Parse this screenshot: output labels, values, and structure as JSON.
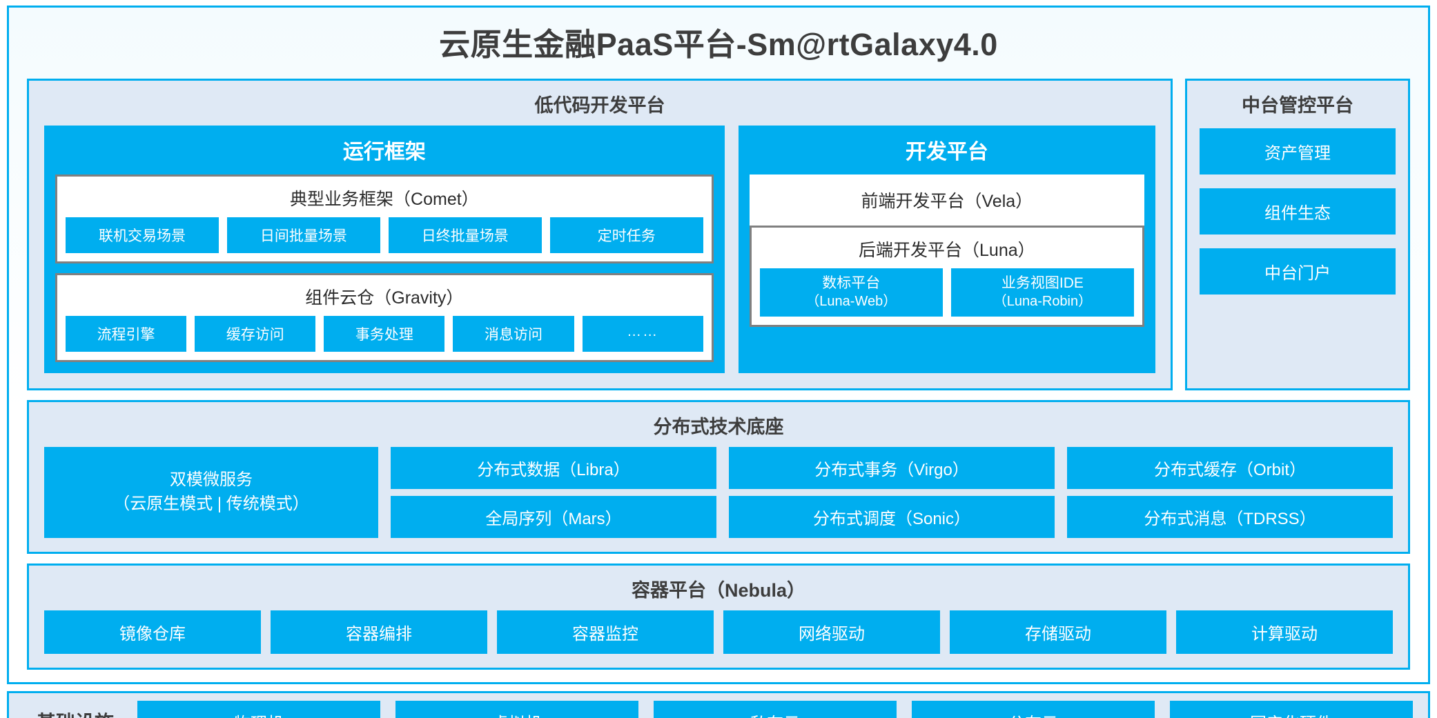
{
  "colors": {
    "accent": "#00AEEF",
    "panel_bg": "#DFE9F5",
    "card_border": "#808080",
    "text_dark": "#3D3D3D",
    "white": "#FFFFFF"
  },
  "title": "云原生金融PaaS平台-Sm@rtGalaxy4.0",
  "lowcode": {
    "title": "低代码开发平台",
    "runtime": {
      "title": "运行框架",
      "comet": {
        "title": "典型业务框架（Comet）",
        "tags": [
          "联机交易场景",
          "日间批量场景",
          "日终批量场景",
          "定时任务"
        ]
      },
      "gravity": {
        "title": "组件云仓（Gravity）",
        "tags": [
          "流程引擎",
          "缓存访问",
          "事务处理",
          "消息访问",
          "……"
        ]
      }
    },
    "devplatform": {
      "title": "开发平台",
      "frontend": "前端开发平台（Vela）",
      "backend": {
        "title": "后端开发平台（Luna）",
        "tags": [
          {
            "line1": "数标平台",
            "line2": "（Luna-Web）"
          },
          {
            "line1": "业务视图IDE",
            "line2": "（Luna-Robin）"
          }
        ]
      }
    }
  },
  "midplatform": {
    "title": "中台管控平台",
    "items": [
      "资产管理",
      "组件生态",
      "中台门户"
    ]
  },
  "techbase": {
    "title": "分布式技术底座",
    "wide": {
      "line1": "双模微服务",
      "line2": "（云原生模式 | 传统模式）"
    },
    "columns": [
      [
        "分布式数据（Libra）",
        "全局序列（Mars）"
      ],
      [
        "分布式事务（Virgo）",
        "分布式调度（Sonic）"
      ],
      [
        "分布式缓存（Orbit）",
        "分布式消息（TDRSS）"
      ]
    ]
  },
  "containerplatform": {
    "title": "容器平台（Nebula）",
    "items": [
      "镜像仓库",
      "容器编排",
      "容器监控",
      "网络驱动",
      "存储驱动",
      "计算驱动"
    ]
  },
  "infrastructure": {
    "label": "基础设施",
    "items": [
      "物理机",
      "虚拟机",
      "私有云",
      "公有云",
      "国产化硬件"
    ]
  }
}
